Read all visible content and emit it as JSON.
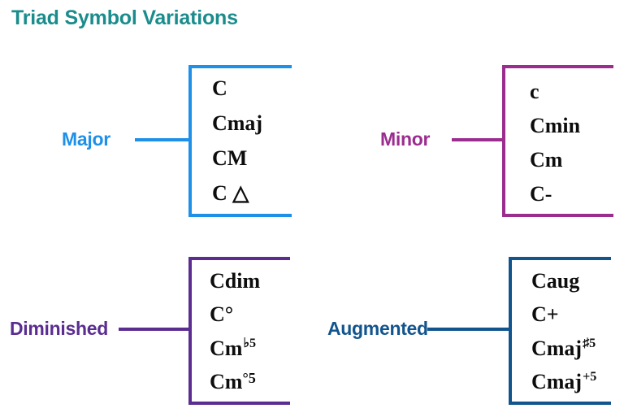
{
  "title": "Triad Symbol Variations",
  "colors": {
    "title": "#1a8c8c",
    "major": "#1e90e8",
    "minor": "#9b2d8f",
    "diminished": "#5b2d91",
    "augmented": "#12558e",
    "symbol_text": "#0d0d0d",
    "background": "#ffffff"
  },
  "groups": [
    {
      "id": "major",
      "label": "Major",
      "color": "#1e90e8",
      "symbols": [
        {
          "base": "C",
          "sup": "",
          "triangle": false
        },
        {
          "base": "Cmaj",
          "sup": "",
          "triangle": false
        },
        {
          "base": "CM",
          "sup": "",
          "triangle": false
        },
        {
          "base": "C",
          "sup": "",
          "triangle": true,
          "display": "C △"
        }
      ]
    },
    {
      "id": "minor",
      "label": "Minor",
      "color": "#9b2d8f",
      "symbols": [
        {
          "base": "c",
          "sup": "",
          "triangle": false
        },
        {
          "base": "Cmin",
          "sup": "",
          "triangle": false
        },
        {
          "base": "Cm",
          "sup": "",
          "triangle": false
        },
        {
          "base": "C-",
          "sup": "",
          "triangle": false
        }
      ]
    },
    {
      "id": "diminished",
      "label": "Diminished",
      "color": "#5b2d91",
      "symbols": [
        {
          "base": "Cdim",
          "sup": "",
          "triangle": false
        },
        {
          "base": "C°",
          "sup": "",
          "triangle": false
        },
        {
          "base": "Cm",
          "sup": "♭5",
          "triangle": false
        },
        {
          "base": "Cm",
          "sup": "°5",
          "triangle": false,
          "sup_tight": true
        }
      ]
    },
    {
      "id": "augmented",
      "label": "Augmented",
      "color": "#12558e",
      "symbols": [
        {
          "base": "Caug",
          "sup": "",
          "triangle": false
        },
        {
          "base": "C+",
          "sup": "",
          "triangle": false
        },
        {
          "base": "Cmaj",
          "sup": "♯5",
          "triangle": false
        },
        {
          "base": "Cmaj",
          "sup": "+5",
          "triangle": false
        }
      ]
    }
  ]
}
